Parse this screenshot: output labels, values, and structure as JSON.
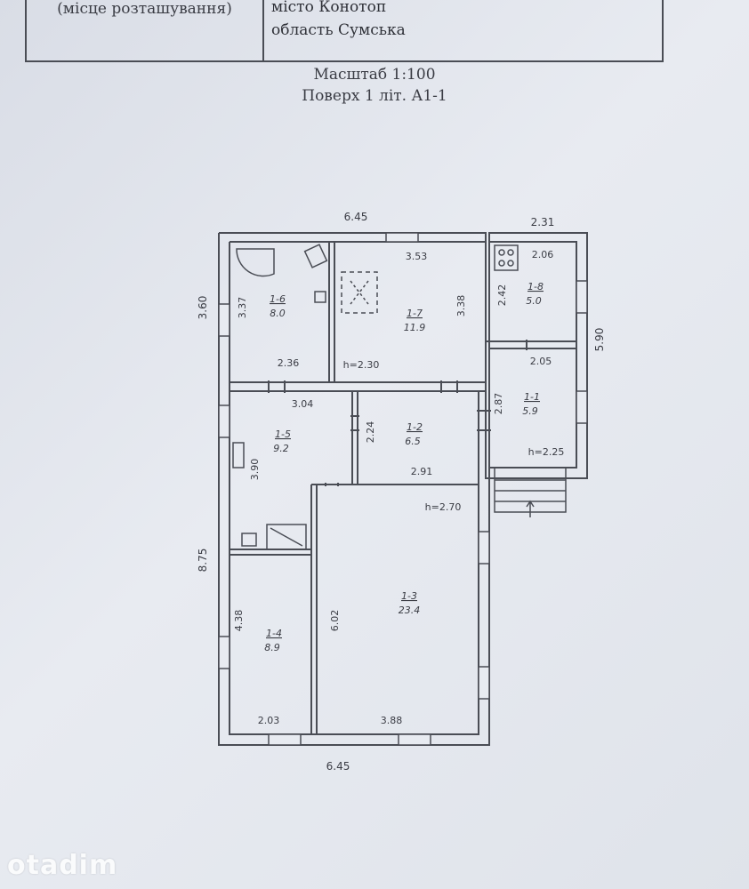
{
  "header": {
    "location_label": "(місце розташування)",
    "city": "місто Конотоп",
    "region": "область  Сумська"
  },
  "captions": {
    "scale": "Масштаб 1:100",
    "floor": "Поверх 1   літ. А1-1"
  },
  "dimensions": {
    "top_main": "6.45",
    "top_right": "2.31",
    "left_upper": "3.60",
    "left_total": "8.75",
    "right_total": "5.90",
    "bottom": "6.45"
  },
  "rooms": [
    {
      "id": "1-6",
      "area": "8.0"
    },
    {
      "id": "1-7",
      "area": "11.9"
    },
    {
      "id": "1-8",
      "area": "5.0"
    },
    {
      "id": "1-1",
      "area": "5.9"
    },
    {
      "id": "1-5",
      "area": "9.2"
    },
    {
      "id": "1-2",
      "area": "6.5"
    },
    {
      "id": "1-3",
      "area": "23.4"
    },
    {
      "id": "1-4",
      "area": "8.9"
    }
  ],
  "inner_dims": {
    "r16_h": "3.37",
    "r16_w": "2.36",
    "r17_w": "3.53",
    "r17_h": "3.38",
    "r17_height": "h=2.30",
    "r18_w": "2.06",
    "r18_h": "2.42",
    "r11_w": "2.05",
    "r11_h": "2.87",
    "r11_height": "h=2.25",
    "r15_w": "3.04",
    "r15_h": "3.90",
    "r12_h": "2.24",
    "r12_w": "2.91",
    "r13_height": "h=2.70",
    "r13_h": "6.02",
    "r13_w": "3.88",
    "r14_h": "4.38",
    "r14_w": "2.03"
  },
  "watermark": "otadim"
}
